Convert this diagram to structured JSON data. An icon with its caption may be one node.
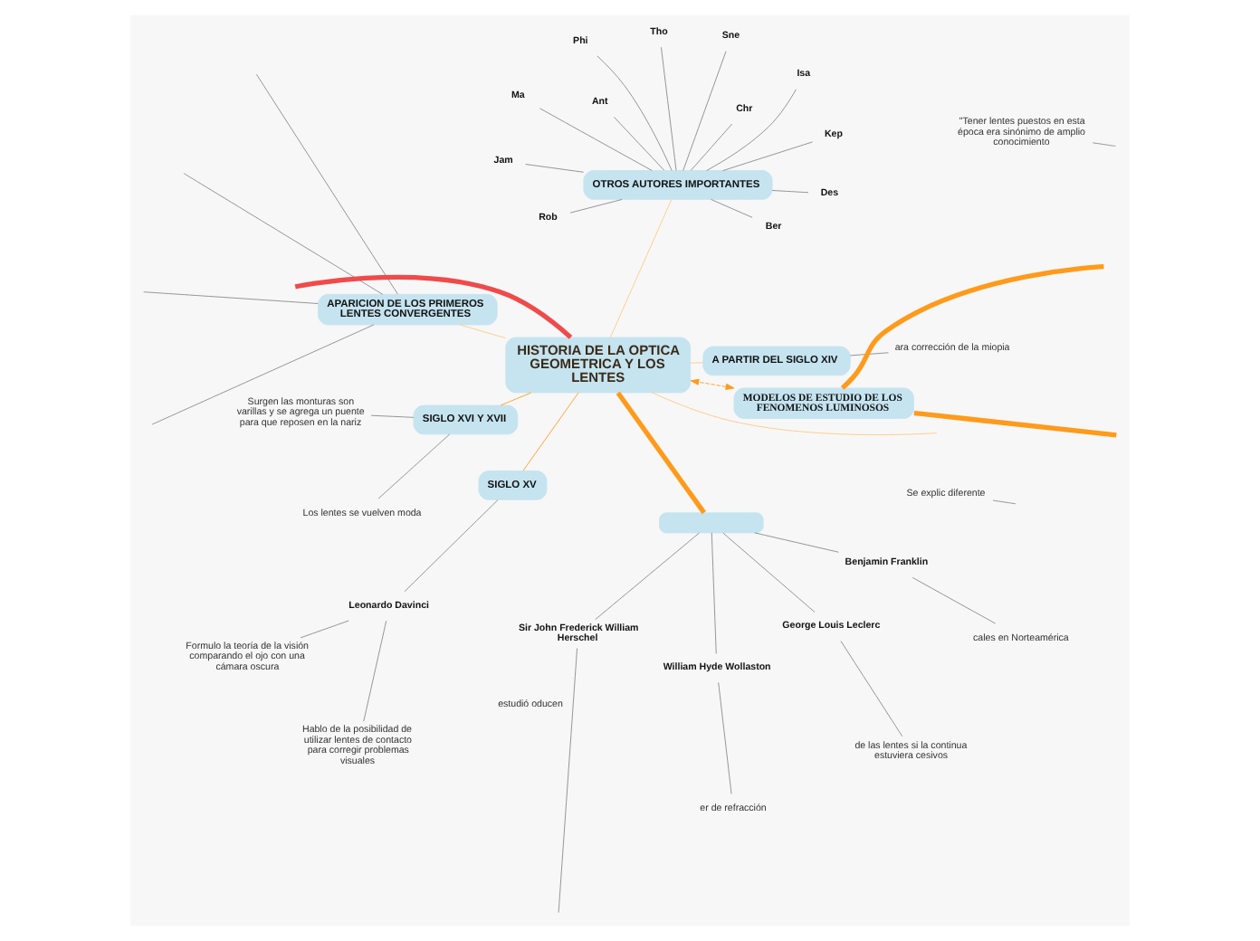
{
  "diagram": {
    "nodes": [
      {
        "text": [
          "HISTORIA DE LA OPTICA GEOMETRICA Y LOS LENTES"
        ]
      },
      {
        "text": [
          "MODELOS DE ESTUDIO DE LOS FENOMENOS LUMINOSOS"
        ]
      },
      {
        "text": [
          "\"Tener lentes puestos en esta época era sinónimo de amplio conocimiento"
        ]
      },
      {
        "text": [
          "APARICION DE LOS PRIMEROS LENTES CONVERGENTES"
        ]
      },
      {
        "text": [
          "A PARTIR DEL SIGLO XIV"
        ]
      },
      {
        "text": [
          "ara corrección de la miopia"
        ]
      },
      {
        "text": [
          "SIGLO XV"
        ]
      },
      {
        "text": [
          "Leonardo Davinci"
        ]
      },
      {
        "text": [
          "Hablo de la posibilidad de utilizar lentes de contacto para corregir problemas visuales"
        ]
      },
      {
        "text": [
          "Formulo la teoría de la visión comparando el ojo con una cámara oscura"
        ]
      },
      {
        "text": [
          "SIGLO XVI Y XVII"
        ]
      },
      {
        "text": [
          "Los lentes se vuelven moda"
        ]
      },
      {
        "text": [
          "Surgen las monturas son varillas y se agrega un puente para que reposen en la nariz"
        ]
      },
      {
        "text": [
          "OTROS AUTORES IMPORTANTES"
        ]
      },
      {
        "text": [
          "Kep"
        ]
      },
      {
        "text": [
          "Sne"
        ]
      },
      {
        "text": [
          "Ber"
        ]
      },
      {
        "text": [
          "Des"
        ]
      },
      {
        "text": [
          "Phi"
        ]
      },
      {
        "text": [
          "Ma"
        ]
      },
      {
        "text": [
          "Ant"
        ]
      },
      {
        "text": [
          "Rob"
        ]
      },
      {
        "text": [
          "Jam"
        ]
      },
      {
        "text": [
          "Chr"
        ]
      },
      {
        "text": [
          "Isa"
        ]
      },
      {
        "text": [
          "Tho"
        ]
      },
      {
        "text": [],
        "shape": "box"
      },
      {
        "text": [
          "Benjamin Franklin"
        ]
      },
      {
        "text": [
          "cales en Norteamérica"
        ]
      },
      {
        "text": [
          "George Louis Leclerc"
        ]
      },
      {
        "text": [
          "de las lentes si la continua estuviera cesivos"
        ]
      },
      {
        "text": [
          "Sir John Frederick William Herschel"
        ]
      },
      {
        "text": [
          "William Hyde Wollaston"
        ]
      },
      {
        "text": [
          "er de refracción"
        ]
      },
      {
        "text": [
          "Se explic diferente"
        ]
      }
    ],
    "edges": [
      {
        "from": null,
        "to": 0,
        "arrow": "none",
        "style": "thick",
        "color": "#f04a4a"
      },
      {
        "from": null,
        "to": 1,
        "arrow": "none",
        "style": "thick",
        "color": "#ff9a1a"
      },
      {
        "from": null,
        "to": 1,
        "arrow": "none",
        "style": "thick",
        "color": "#ff9a1a"
      },
      {
        "from": 0,
        "to": null,
        "arrow": "none",
        "color": "#ffc880"
      },
      {
        "from": 1,
        "to": 0,
        "arrow": "both",
        "style": "dashed",
        "color": "#ff9a1a"
      },
      {
        "from": null,
        "to": 2,
        "arrow": "none"
      },
      {
        "from": 0,
        "to": 3,
        "arrow": "none",
        "color": "#ffc880"
      },
      {
        "from": 3,
        "to": null,
        "arrow": "none"
      },
      {
        "from": 3,
        "to": null,
        "arrow": "none"
      },
      {
        "from": 3,
        "to": null,
        "arrow": "none"
      },
      {
        "from": 3,
        "to": null,
        "arrow": "none"
      },
      {
        "from": 0,
        "to": 4,
        "arrow": "none",
        "color": "#ffc880"
      },
      {
        "from": 4,
        "to": 5,
        "arrow": "none"
      },
      {
        "from": 0,
        "to": 6,
        "arrow": "none",
        "color": "#ff9a1a"
      },
      {
        "from": 6,
        "to": 7,
        "arrow": "none"
      },
      {
        "from": 7,
        "to": 8,
        "arrow": "none"
      },
      {
        "from": 7,
        "to": 9,
        "arrow": "none"
      },
      {
        "from": 0,
        "to": 10,
        "arrow": "none",
        "color": "#ff9a1a"
      },
      {
        "from": 10,
        "to": 11,
        "arrow": "none"
      },
      {
        "from": 10,
        "to": 12,
        "arrow": "none"
      },
      {
        "from": 0,
        "to": 13,
        "arrow": "none",
        "color": "#ffc880"
      },
      {
        "from": 13,
        "to": 14,
        "arrow": "none"
      },
      {
        "from": 13,
        "to": 15,
        "arrow": "none"
      },
      {
        "from": 13,
        "to": 16,
        "arrow": "none"
      },
      {
        "from": 13,
        "to": 17,
        "arrow": "none"
      },
      {
        "from": 13,
        "to": 18,
        "arrow": "none"
      },
      {
        "from": 13,
        "to": 19,
        "arrow": "none"
      },
      {
        "from": 13,
        "to": 20,
        "arrow": "none"
      },
      {
        "from": 13,
        "to": 21,
        "arrow": "none"
      },
      {
        "from": 13,
        "to": 22,
        "arrow": "none"
      },
      {
        "from": 13,
        "to": 23,
        "arrow": "none"
      },
      {
        "from": 13,
        "to": 24,
        "arrow": "none"
      },
      {
        "from": 13,
        "to": 25,
        "arrow": "none"
      },
      {
        "from": 0,
        "to": 26,
        "arrow": "none",
        "style": "thick",
        "color": "#ff9a1a"
      },
      {
        "from": 26,
        "to": 27,
        "arrow": "none"
      },
      {
        "from": 26,
        "to": 29,
        "arrow": "none"
      },
      {
        "from": 26,
        "to": 31,
        "arrow": "none"
      },
      {
        "from": 26,
        "to": 32,
        "arrow": "none"
      },
      {
        "from": 27,
        "to": 28,
        "arrow": "none"
      },
      {
        "from": 29,
        "to": 30,
        "arrow": "none"
      },
      {
        "from": 31,
        "to": null,
        "arrow": "none"
      },
      {
        "from": 32,
        "to": 33,
        "arrow": "none"
      },
      {
        "from": null,
        "to": 34,
        "arrow": "none"
      }
    ],
    "labels": [
      "estudió oducen"
    ]
  }
}
